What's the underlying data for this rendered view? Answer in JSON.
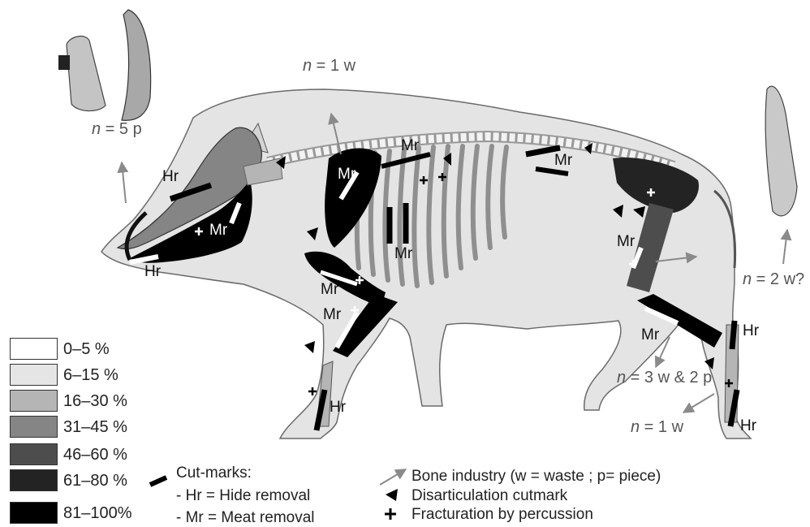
{
  "legend": [
    {
      "label": "0–5 %",
      "color": "#ffffff"
    },
    {
      "label": "6–15 %",
      "color": "#e5e5e5"
    },
    {
      "label": "16–30 %",
      "color": "#b5b5b5"
    },
    {
      "label": "31–45 %",
      "color": "#858585"
    },
    {
      "label": "46–60 %",
      "color": "#4d4d4d"
    },
    {
      "label": "61–80 %",
      "color": "#232323"
    },
    {
      "label": "81–100%",
      "color": "#000000"
    }
  ],
  "cutmarks": {
    "title": "Cut-marks:",
    "hr": "- Hr  = Hide removal",
    "mr": "- Mr = Meat removal"
  },
  "key": {
    "bone_industry": "Bone industry (w = waste ; p= piece)",
    "disarticulation": "Disarticulation cutmark",
    "fracturation": "Fracturation by percussion"
  },
  "counts": {
    "skull_n": "n",
    "skull_rest": " = 5 p",
    "back_n": "n",
    "back_rest": " = 1 w",
    "hind_n": "n",
    "hind_rest": " = 2 w?",
    "leg_n": "n",
    "leg_rest": " = 3 w & 2 p",
    "foot_n": "n",
    "foot_rest": " = 1 w"
  },
  "marks": {
    "hr": "Hr",
    "mr": "Mr"
  },
  "colors": {
    "body": "#e4e4e4",
    "outline": "#555555",
    "arrow": "#8a8a8a"
  }
}
